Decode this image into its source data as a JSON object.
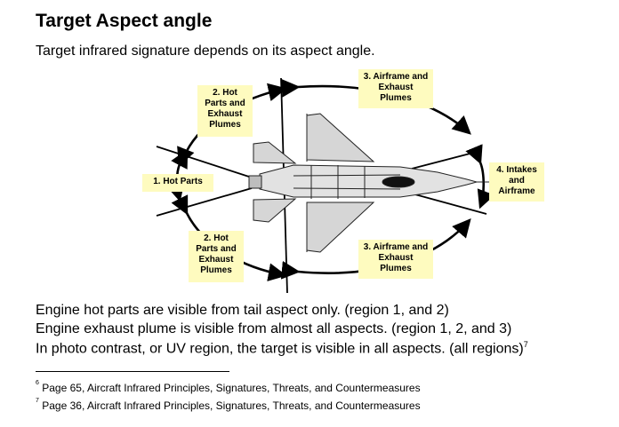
{
  "title": "Target Aspect angle",
  "subtitle": "Target infrared signature depends on its aspect angle.",
  "regions": {
    "r1": "1. Hot Parts",
    "r2_top": "2. Hot Parts and Exhaust Plumes",
    "r2_bottom": "2. Hot Parts and Exhaust Plumes",
    "r3_top": "3. Airframe and Exhaust Plumes",
    "r3_bottom": "3. Airframe and Exhaust Plumes",
    "r4": "4. Intakes and Airframe"
  },
  "body": {
    "line1": "Engine hot parts are visible from tail aspect only. (region 1, and 2)",
    "line2": "Engine exhaust plume is visible from almost all aspects. (region 1, 2, and 3)",
    "line3": "In photo contrast, or UV region, the target is visible in all aspects. (all regions)",
    "line3_ref": "7"
  },
  "footnotes": [
    {
      "num": "6",
      "text": "Page 65, Aircraft Infrared Principles, Signatures, Threats, and Countermeasures"
    },
    {
      "num": "7",
      "text": "Page 36, Aircraft Infrared Principles, Signatures, Threats, and Countermeasures"
    }
  ]
}
